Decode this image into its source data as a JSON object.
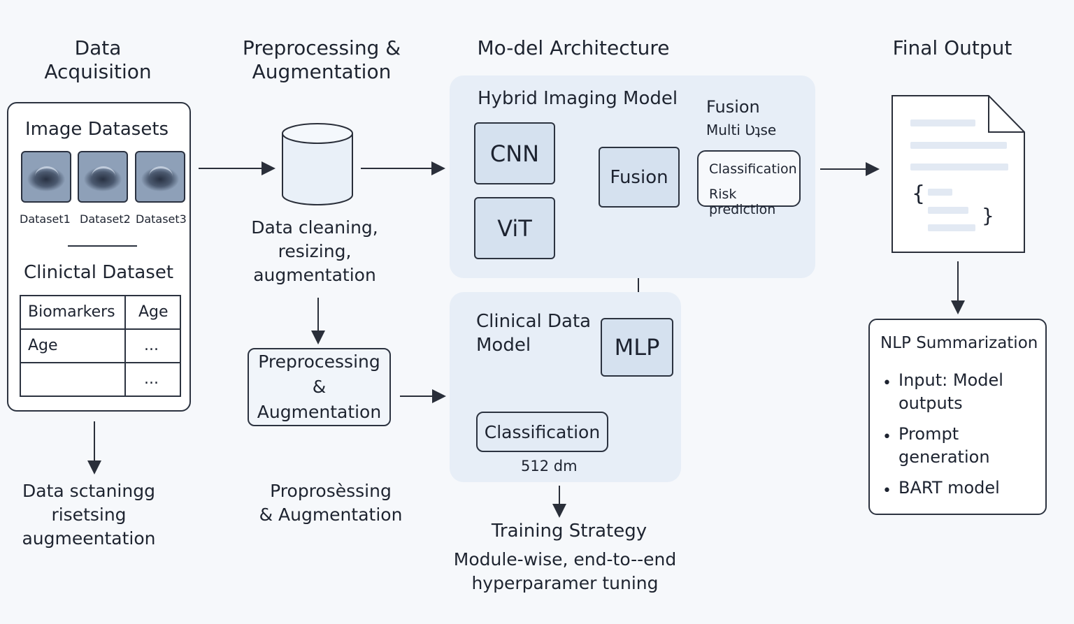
{
  "headers": {
    "data_acquisition": "Data\nAcquisition",
    "preprocessing": "Preprocessing &\nAugmentation",
    "model_architecture": "Mo-del Architecture",
    "final_output": "Final Output"
  },
  "acquisition": {
    "image_datasets_title": "Image Datasets",
    "datasets": [
      "Dataset1",
      "Dataset2",
      "Dataset3"
    ],
    "clinical_title": "Clinictal Dataset",
    "table": [
      [
        "Biomarkers",
        "Age"
      ],
      [
        "Age",
        "..."
      ],
      [
        "",
        "..."
      ]
    ],
    "below_text": "Data sctaningg\nrisetsing\naugmeentation"
  },
  "preprocess": {
    "db_caption": "Data cleaning,\nresizing,\naugmentation",
    "box_label": "Preprocessing\n& Augmentation",
    "below_text": "Proprosèssing\n& Augmentation"
  },
  "hybrid": {
    "title": "Hybrid Imaging Model",
    "cnn": "CNN",
    "vit": "ViT",
    "fusion": "Fusion",
    "fusion_note_title": "Fusion",
    "fusion_note_sub": "Multi Ʋʇse",
    "classification": "Classification",
    "risk": "Risk prediction"
  },
  "clinical_model": {
    "title": "Clinical Data\nModel",
    "mlp": "MLP",
    "classification": "Classification",
    "dim": "512 dm"
  },
  "training": {
    "title": "Training Strategy",
    "desc": "Module-wise, end-to--end\nhyperparamer tuning"
  },
  "output": {
    "doc_open": "{",
    "doc_close": "}",
    "nlp_title": "NLP Summarization",
    "bullets": [
      "Input: Model\noutputs",
      "Prompt\ngeneration",
      "BART model"
    ]
  }
}
